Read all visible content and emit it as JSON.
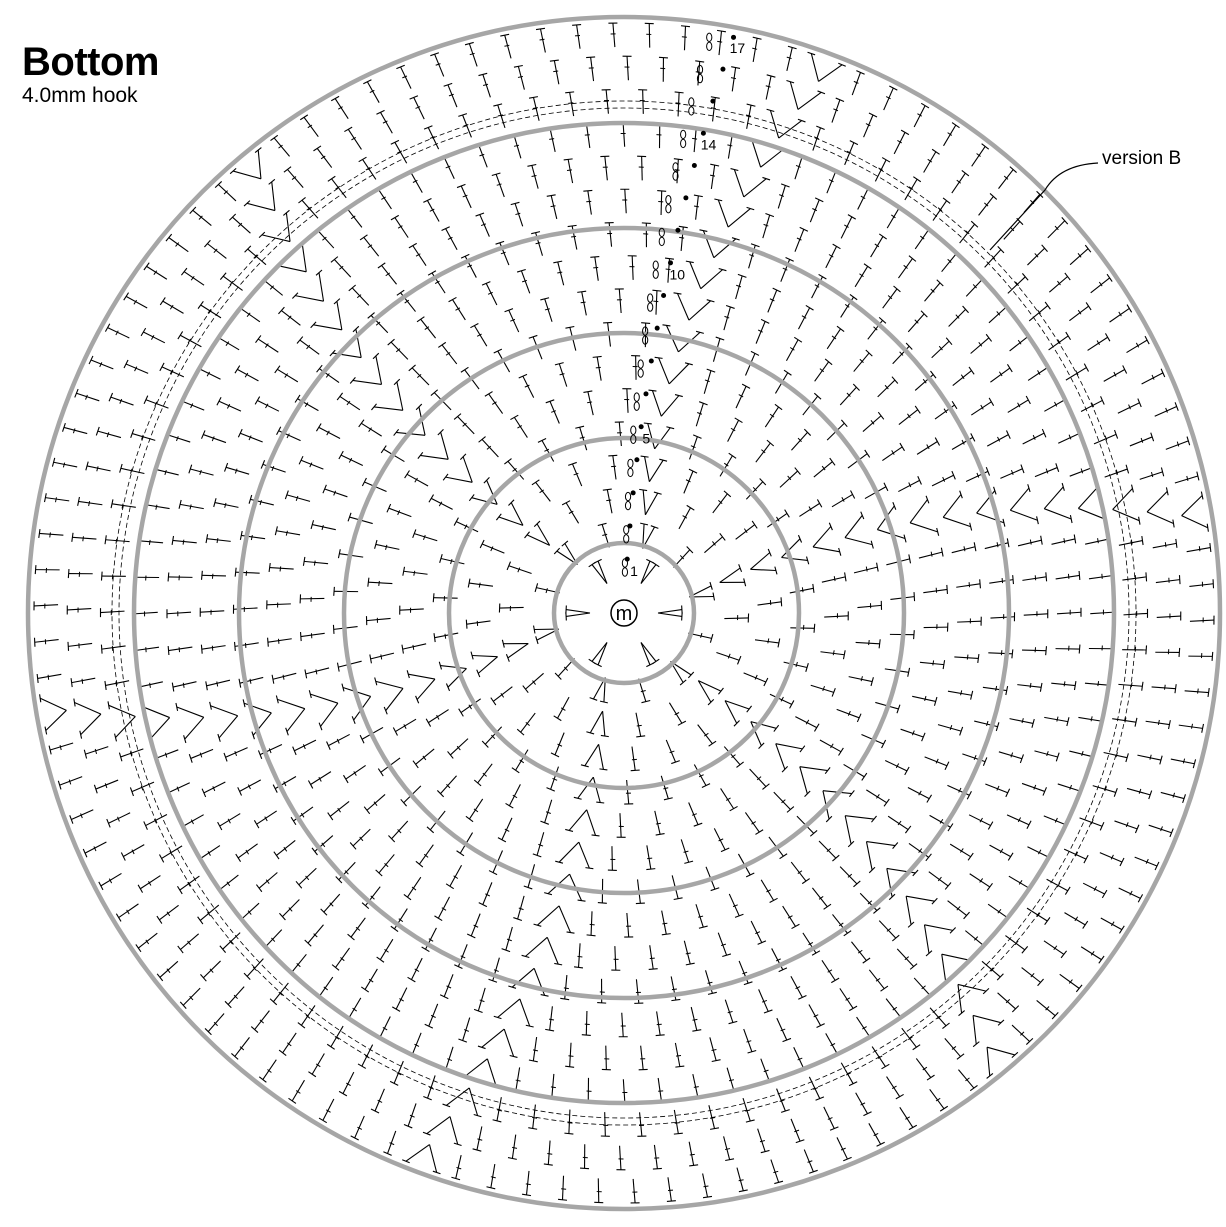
{
  "title": "Bottom",
  "subtitle": "4.0mm hook",
  "annotation": "version B",
  "center_marker": "m",
  "row_numbers": [
    "1",
    "5",
    "10",
    "14",
    "17"
  ],
  "colors": {
    "round_ring": "#a6a6a6",
    "stitch": "#000000",
    "background": "#ffffff"
  },
  "stitch_symbols": [
    "single-crochet",
    "half-double-crochet",
    "increase-v",
    "decrease-a",
    "chain",
    "slip-stitch"
  ]
}
